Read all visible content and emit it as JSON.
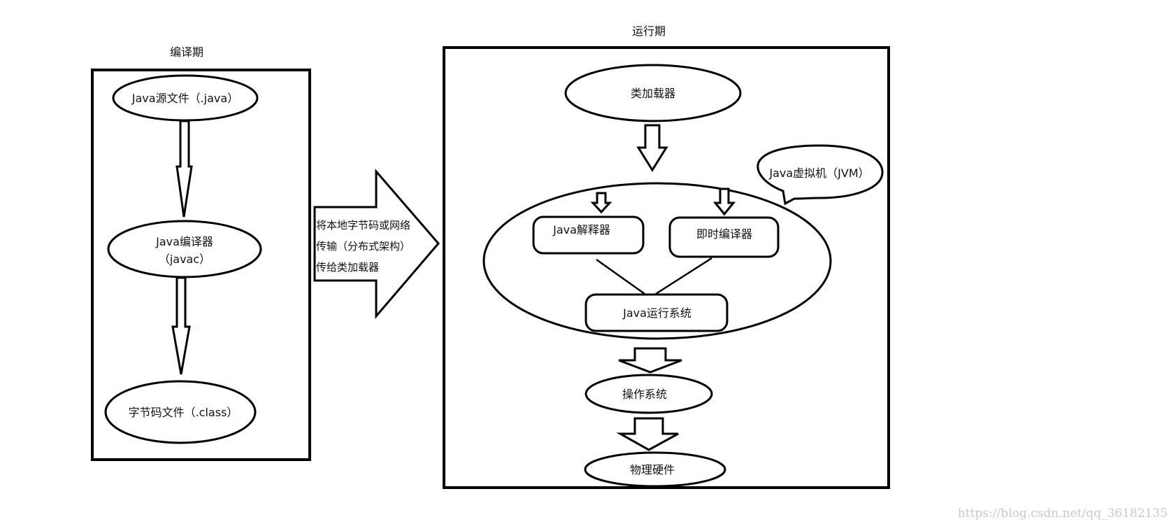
{
  "compile_phase": {
    "title": "编译期",
    "nodes": [
      {
        "id": "source",
        "lines": [
          "Java源文件（.java）"
        ]
      },
      {
        "id": "compiler",
        "lines": [
          "Java编译器",
          "（javac）"
        ]
      },
      {
        "id": "bytecode",
        "lines": [
          "字节码文件（.class）"
        ]
      }
    ]
  },
  "transfer_arrow": {
    "lines": [
      "将本地字节码或网络",
      "传输（分布式架构）",
      "传给类加载器"
    ]
  },
  "runtime_phase": {
    "title": "运行期",
    "class_loader": "类加载器",
    "jvm": {
      "callout": "Java虚拟机（JVM）",
      "interpreter": "Java解释器",
      "jit": "即时编译器",
      "runtime_system": "Java运行系统"
    },
    "os": "操作系统",
    "hardware": "物理硬件"
  },
  "watermark": "https://blog.csdn.net/qq_36182135"
}
